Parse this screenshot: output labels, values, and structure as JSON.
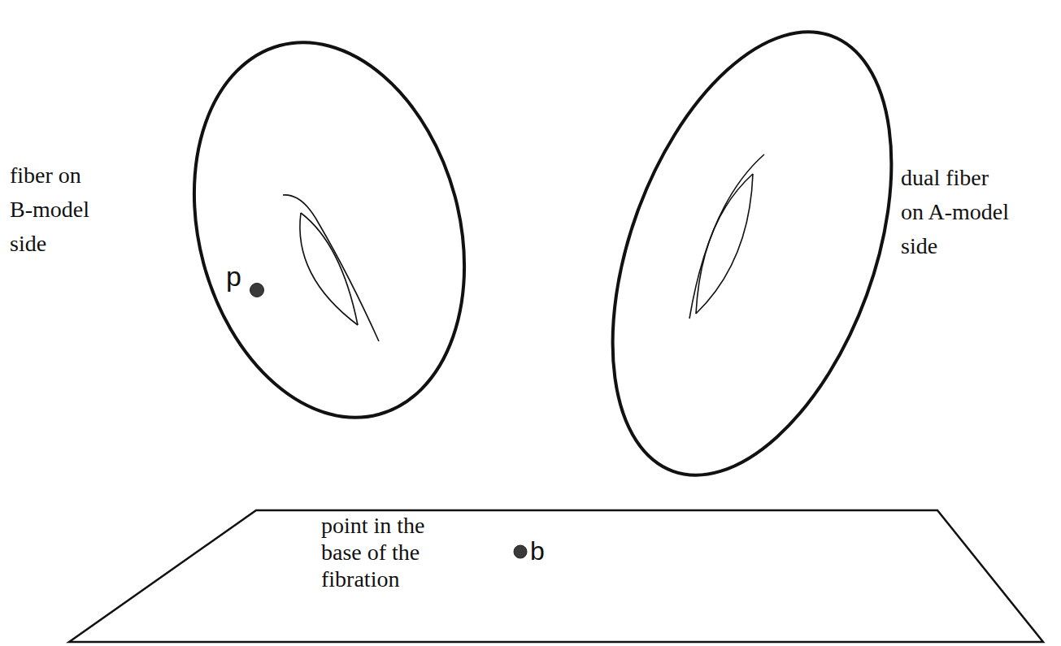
{
  "diagram": {
    "nodes": [
      {
        "text": [
          "p"
        ]
      },
      {
        "text": [
          "point in the base of the fibration",
          "b"
        ]
      }
    ],
    "labels": [
      "fiber on B-model side",
      "dual fiber on A-model side"
    ]
  }
}
